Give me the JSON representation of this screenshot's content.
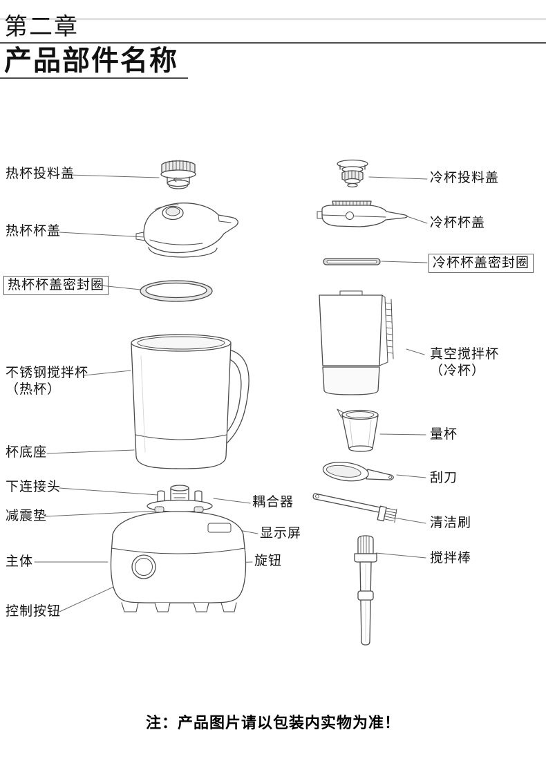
{
  "header": {
    "chapter": "第二章",
    "title": "产品部件名称"
  },
  "parts": {
    "hot_feed_lid": "热杯投料盖",
    "hot_lid": "热杯杯盖",
    "hot_lid_seal": "热杯杯盖密封圈",
    "hot_cup": "不锈钢搅拌杯",
    "hot_cup_sub": "（热杯）",
    "cup_base": "杯底座",
    "lower_connector": "下连接头",
    "shock_pad": "减震垫",
    "main_body": "主体",
    "control_button": "控制按钮",
    "coupler": "耦合器",
    "display_screen": "显示屏",
    "knob": "旋钮",
    "cold_feed_lid": "冷杯投料盖",
    "cold_lid": "冷杯杯盖",
    "cold_lid_seal": "冷杯杯盖密封圈",
    "vacuum_cup": "真空搅拌杯",
    "vacuum_cup_sub": "（冷杯）",
    "measuring_cup": "量杯",
    "scraper": "刮刀",
    "cleaning_brush": "清洁刷",
    "stir_stick": "搅拌棒"
  },
  "note": "注：产品图片请以包装内实物为准！",
  "colors": {
    "line": "#4a4a4a",
    "text": "#141414",
    "background": "#ffffff"
  }
}
